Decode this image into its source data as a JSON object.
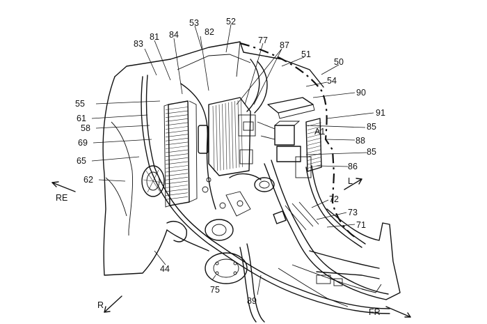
{
  "labels": {
    "n50": "50",
    "n51": "51",
    "n52": "52",
    "n53": "53",
    "n54": "54",
    "n55": "55",
    "n58": "58",
    "n61": "61",
    "n62": "62",
    "n65": "65",
    "n69": "69",
    "n71": "71",
    "n72": "72",
    "n73": "73",
    "n75": "75",
    "n77": "77",
    "n81": "81",
    "n82": "82",
    "n83": "83",
    "n84": "84",
    "n85a": "85",
    "n85b": "85",
    "n86": "86",
    "n87": "87",
    "n88": "88",
    "n89": "89",
    "n90": "90",
    "n91": "91",
    "n44": "44",
    "a1": "A1"
  },
  "directions": {
    "re": "RE",
    "l": "L",
    "r": "R",
    "fr": "FR"
  }
}
